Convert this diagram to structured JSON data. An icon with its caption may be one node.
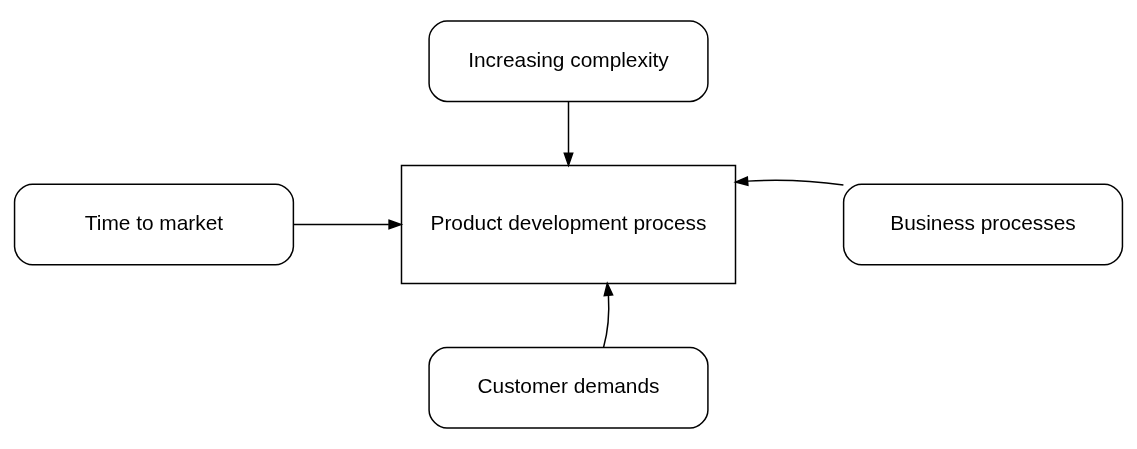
{
  "diagram": {
    "nodes": [
      {
        "text": [
          "Increasing complexity"
        ]
      },
      {
        "text": [
          "Time to market"
        ]
      },
      {
        "text": [
          "Product development process"
        ]
      },
      {
        "text": [
          "Business processes"
        ]
      },
      {
        "text": [
          "Customer demands"
        ]
      }
    ],
    "edges": [
      {
        "from": 0,
        "to": 2,
        "arrow": "to"
      },
      {
        "from": 1,
        "to": 2,
        "arrow": "to"
      },
      {
        "from": 3,
        "to": 2,
        "arrow": "to"
      },
      {
        "from": 4,
        "to": 2,
        "arrow": "to"
      }
    ]
  }
}
